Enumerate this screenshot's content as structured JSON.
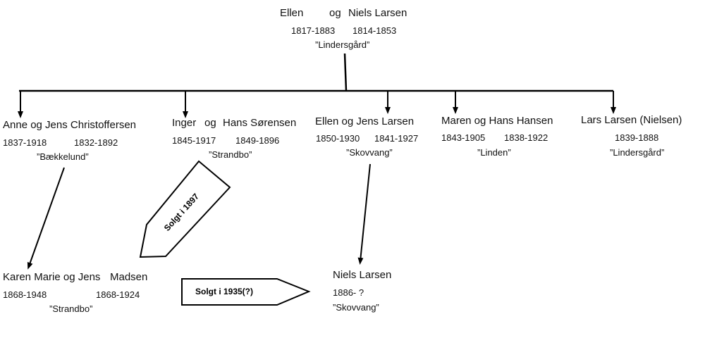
{
  "root": {
    "name_left": "Ellen",
    "og": "og",
    "name_right": "Niels Larsen",
    "years_left": "1817-1883",
    "years_right": "1814-1853",
    "farm": "”Lindersgård”"
  },
  "children": [
    {
      "name": "Anne og Jens Christoffersen",
      "years_left": "1837-1918",
      "years_right": "1832-1892",
      "farm": "”Bækkelund”"
    },
    {
      "name_left": "Inger",
      "og": "og",
      "name_right": "Hans Sørensen",
      "years_left": "1845-1917",
      "years_right": "1849-1896",
      "farm": "”Strandbo”"
    },
    {
      "name": "Ellen og Jens Larsen",
      "years_left": "1850-1930",
      "years_right": "1841-1927",
      "farm": "”Skovvang”"
    },
    {
      "name": "Maren og Hans Hansen",
      "years_left": "1843-1905",
      "years_right": "1838-1922",
      "farm": "”Linden”"
    },
    {
      "name": "Lars Larsen (Nielsen)",
      "years": "1839-1888",
      "farm": "”Lindersgård”"
    }
  ],
  "grandchildren": [
    {
      "name_left": "Karen Marie og Jens",
      "name_right": "Madsen",
      "years_left": "1868-1948",
      "years_right": "1868-1924",
      "farm": "”Strandbo”"
    },
    {
      "name": "Niels Larsen",
      "years": "1886- ?",
      "farm": "”Skovvang”"
    }
  ],
  "sales": [
    {
      "label": "Solgt i 1897"
    },
    {
      "label": "Solgt i 1935(?)"
    }
  ]
}
